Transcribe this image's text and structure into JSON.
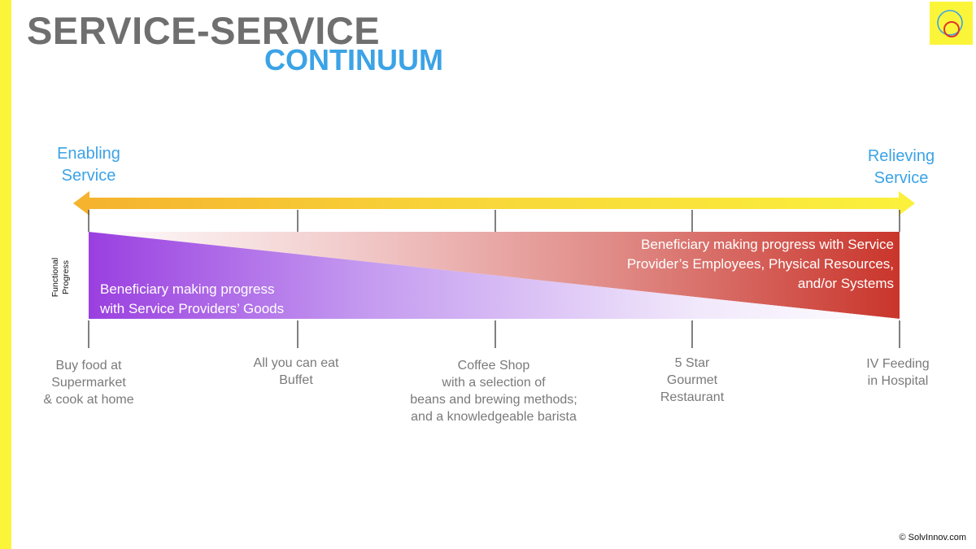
{
  "title": {
    "line1": "SERVICE-SERVICE",
    "line2": "CONTINUUM"
  },
  "colors": {
    "title_gray": "#6f6f6f",
    "accent_blue": "#3ba3e6",
    "stripe_yellow": "#fbf53a",
    "arrow_orange": "#f5b32e",
    "goods_purple": "#9a3fe0",
    "systems_red": "#c9352b"
  },
  "logo": {
    "icon": "overlapping-circles-logo"
  },
  "axis": {
    "left_end_label": "Enabling\nService",
    "right_end_label": "Relieving\nService",
    "arrow": "double-headed"
  },
  "functional_progress_label": "Functional\nProgress",
  "regions": {
    "goods": "Beneficiary making progress\nwith Service Providers’ Goods",
    "systems": "Beneficiary making progress with Service\nProvider’s Employees, Physical Resources,\nand/or Systems"
  },
  "stops": [
    {
      "label": "Buy food at\nSupermarket\n& cook at home"
    },
    {
      "label": "All you can eat\nBuffet"
    },
    {
      "label": "Coffee Shop\nwith a selection of\nbeans and brewing methods;\nand a knowledgeable barista"
    },
    {
      "label": "5 Star\nGourmet\nRestaurant"
    },
    {
      "label": "IV Feeding\nin Hospital"
    }
  ],
  "copyright": "© SolvInnov.com"
}
